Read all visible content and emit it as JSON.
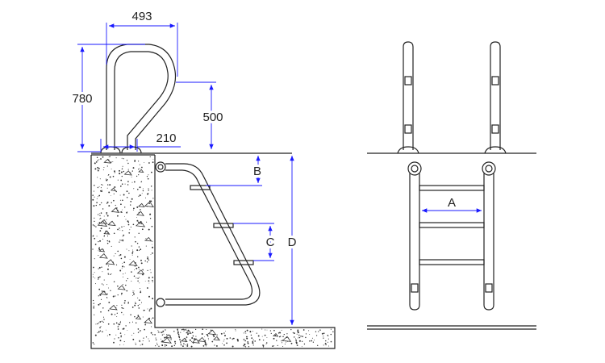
{
  "diagram": {
    "dimensions": {
      "handle_width": "493",
      "handle_height": "780",
      "rail_height": "500",
      "base_spacing": "210",
      "step_offset": "B",
      "step_spacing": "C",
      "depth": "D",
      "step_width": "A"
    },
    "colors": {
      "dimension": "#1a1aff",
      "line": "#222222"
    }
  }
}
